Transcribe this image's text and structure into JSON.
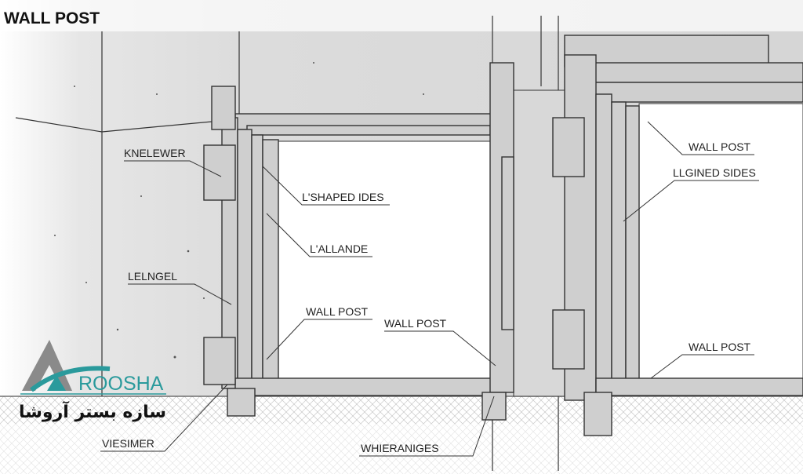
{
  "title": "WALL POST",
  "labels": {
    "knelewer": "KNELEWER",
    "lshaped_ides": "L'SHAPED IDES",
    "lallande": "L'ALLANDE",
    "lelngel": "LELNGEL",
    "wall_post_center_left": "WALL POST",
    "wall_post_center": "WALL POST",
    "wall_post_right_top": "WALL POST",
    "llgined_sides": "LLGINED SIDES",
    "wall_post_right_bottom": "WALL POST",
    "viesimer": "VIESIMER",
    "whieraniges": "WHIERANIGES"
  },
  "logo": {
    "brand": "ROOSHA",
    "persian": "سازه بستر آروشا",
    "accent_color": "#2a9a9c",
    "gray_color": "#8a8a8a"
  }
}
